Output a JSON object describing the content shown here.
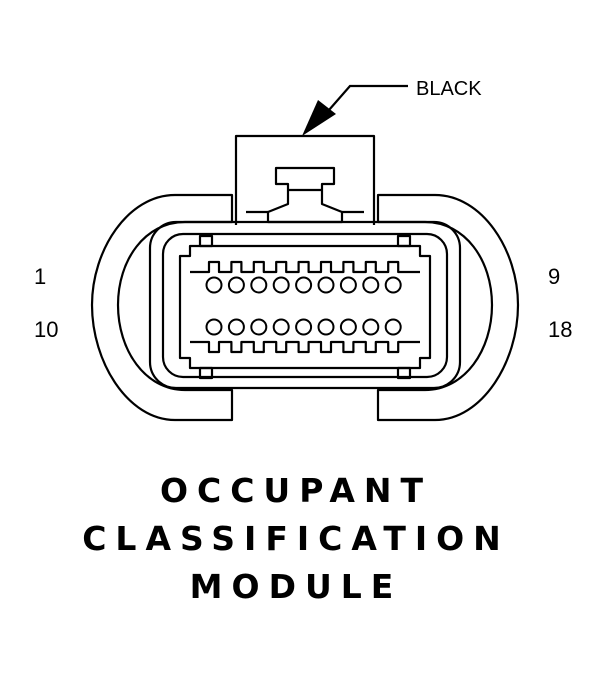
{
  "connector": {
    "color_label": "BLACK",
    "pin_labels": {
      "top_left": "1",
      "top_right": "9",
      "bottom_left": "10",
      "bottom_right": "18"
    },
    "rows": [
      {
        "name": "top",
        "pins": [
          1,
          2,
          3,
          4,
          5,
          6,
          7,
          8,
          9
        ]
      },
      {
        "name": "bottom",
        "pins": [
          10,
          11,
          12,
          13,
          14,
          15,
          16,
          17,
          18
        ]
      }
    ]
  },
  "title": {
    "line1": "OCCUPANT",
    "line2": "CLASSIFICATION",
    "line3": "MODULE"
  },
  "colors": {
    "ink": "#000000",
    "paper": "#ffffff"
  }
}
